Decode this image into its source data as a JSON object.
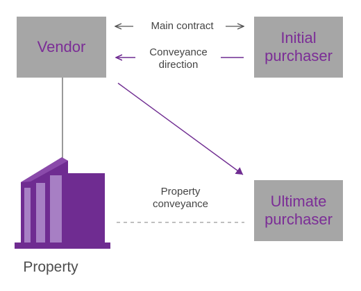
{
  "nodes": {
    "vendor": "Vendor",
    "initial_purchaser": "Initial\npurchaser",
    "ultimate_purchaser": "Ultimate\npurchaser",
    "property": "Property"
  },
  "labels": {
    "main_contract": "Main contract",
    "conveyance_direction": "Conveyance\ndirection",
    "property_conveyance": "Property\nconveyance"
  },
  "colors": {
    "box_fill": "#a6a6a6",
    "accent_purple": "#6f2c91",
    "arrow_gray": "#555555"
  },
  "icons": {
    "property": "building-icon"
  }
}
